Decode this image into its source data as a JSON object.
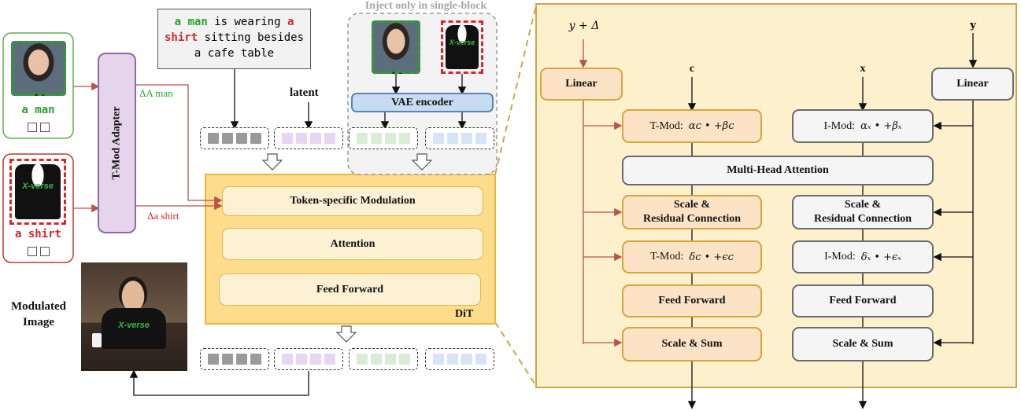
{
  "inputs": {
    "man_label": "a man",
    "shirt_label": "a shirt",
    "adapter_label": "T-Mod Adapter",
    "delta_man": "ΔA man",
    "delta_shirt": "Δa shirt",
    "shirt_logo": "X-verse"
  },
  "prompt": {
    "part1": "a man",
    "part2": " is wearing ",
    "part3": "a shirt",
    "part4": " sitting besides a cafe table"
  },
  "vae": {
    "header": "Inject only in single-block",
    "encoder_label": "VAE encoder"
  },
  "latent_label": "latent",
  "dit": {
    "label": "DiT",
    "modulation": "Token-specific Modulation",
    "attention": "Attention",
    "feed_forward": "Feed Forward"
  },
  "output": {
    "label_line1": "Modulated",
    "label_line2": "Image"
  },
  "detail": {
    "input_left": "y + Δ",
    "input_right": "y",
    "c_label": "c",
    "x_label": "x",
    "linear_left": "Linear",
    "linear_right": "Linear",
    "tmod1_prefix": "T-Mod:",
    "tmod1_formula": "αᴄ • +βᴄ",
    "imod1_prefix": "I-Mod:",
    "imod1_formula": "αₓ • +βₓ",
    "mha": "Multi-Head Attention",
    "scale_res_left_1": "Scale &",
    "scale_res_left_2": "Residual Connection",
    "scale_res_right_1": "Scale &",
    "scale_res_right_2": "Residual Connection",
    "tmod2_prefix": "T-Mod:",
    "tmod2_formula": "δᴄ • +ϵᴄ",
    "imod2_prefix": "I-Mod:",
    "imod2_formula": "δₓ • +ϵₓ",
    "ff_left": "Feed Forward",
    "ff_right": "Feed Forward",
    "scale_sum_left": "Scale & Sum",
    "scale_sum_right": "Scale & Sum"
  },
  "colors": {
    "green": "#2ca02c",
    "red": "#d62728",
    "orange_fill": "#fde3c5",
    "panel_fill": "#fdf0cc",
    "panel_border": "#c8a84a",
    "purple_fill": "#e6d3ec"
  }
}
